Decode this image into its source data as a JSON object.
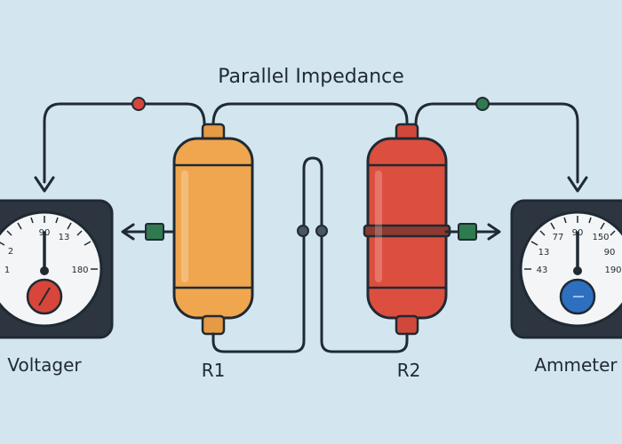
{
  "diagram": {
    "title": "Parallel Impedance",
    "resistors": [
      {
        "label": "R1",
        "color": "#f0a64f"
      },
      {
        "label": "R2",
        "color": "#dc4f3f"
      }
    ],
    "meters": {
      "left": {
        "label": "Voltager",
        "scale": [
          "90",
          "13",
          "2",
          "1",
          "180"
        ],
        "indicator_color": "#d8453b"
      },
      "right": {
        "label": "Ammeter",
        "scale": [
          "77",
          "90",
          "150",
          "13",
          "90",
          "43",
          "190"
        ],
        "indicator_color": "#2f6fc0"
      }
    },
    "node_colors": {
      "red": "#d8453b",
      "green": "#2f7a4e"
    },
    "wire_color": "#1f2a33"
  }
}
